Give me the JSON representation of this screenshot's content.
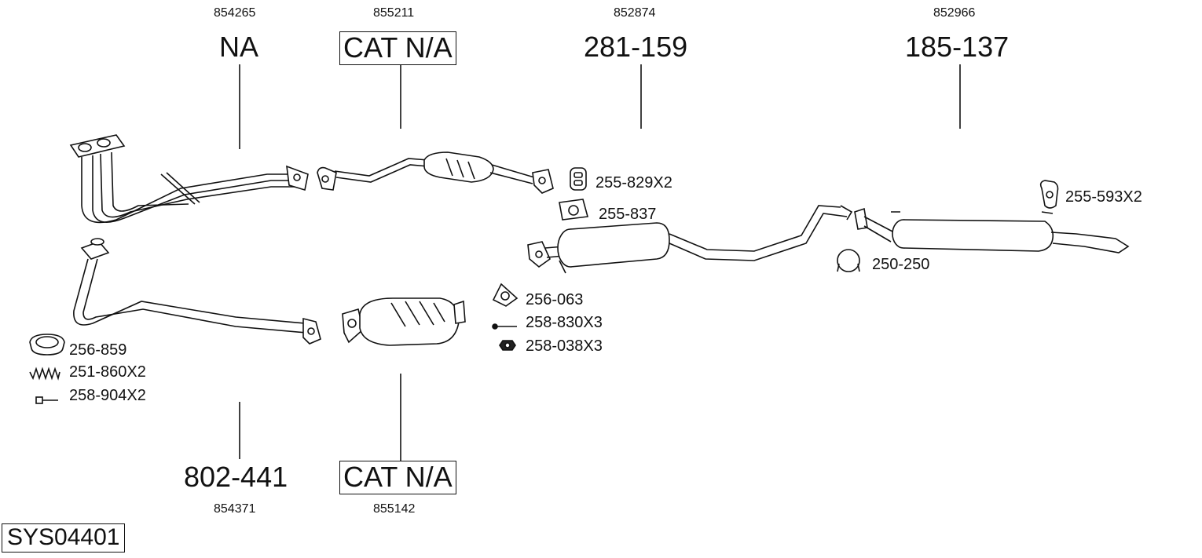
{
  "diagram_code": "SYS04401",
  "parts_top": [
    {
      "article": "854265",
      "ref": "NA",
      "boxed": false
    },
    {
      "article": "855211",
      "ref": "CAT N/A",
      "boxed": true
    },
    {
      "article": "852874",
      "ref": "281-159",
      "boxed": false
    },
    {
      "article": "852966",
      "ref": "185-137",
      "boxed": false
    }
  ],
  "parts_bottom": [
    {
      "article": "854371",
      "ref": "802-441",
      "boxed": false
    },
    {
      "article": "855142",
      "ref": "CAT N/A",
      "boxed": true
    }
  ],
  "accessories": [
    "255-829X2",
    "255-837",
    "255-593X2",
    "250-250",
    "256-063",
    "258-830X3",
    "258-038X3",
    "256-859",
    "251-860X2",
    "258-904X2"
  ]
}
